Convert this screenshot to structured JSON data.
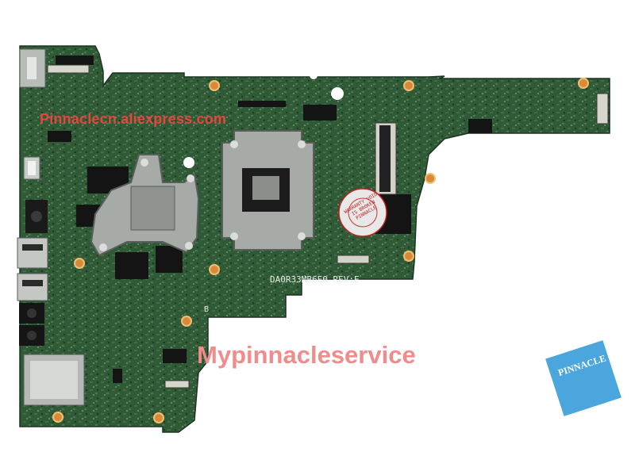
{
  "watermarks": {
    "top": "Pinnaclecn.aliexpress.com",
    "bottom": "Mypinnacleservice"
  },
  "board": {
    "model_code": "DA0R33MB6E0",
    "revision": "REV:E",
    "marker_b": "B",
    "sticker_text": "WARRANTY VOID IS BROKEN",
    "sticker_brand": "PINNACLE"
  },
  "logo": {
    "text": "PINNACLE",
    "color": "#4aa6dc"
  },
  "colors": {
    "pcb": "#2f5a36",
    "pcb_dark": "#1f3f26",
    "bracket": "#a8aca8",
    "watermark_top": "#e8463c",
    "watermark_bottom": "#f08c8c"
  }
}
